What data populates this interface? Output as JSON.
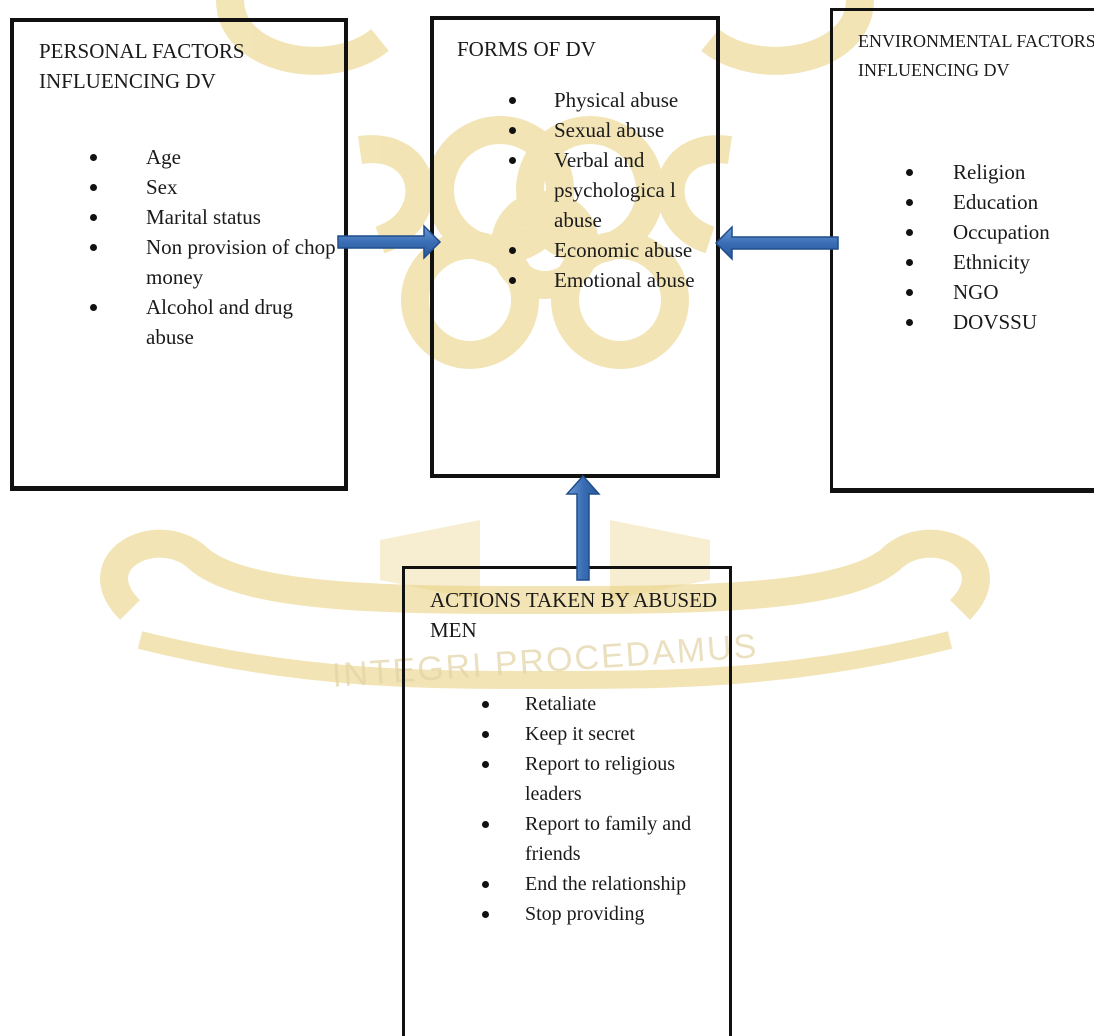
{
  "watermark": {
    "motto": "INTEGRI PROCEDAMUS",
    "color": "#c9a227"
  },
  "colors": {
    "arrow_fill": "#3a6eb5",
    "arrow_stroke": "#1f4e8c",
    "border": "#111111"
  },
  "personal": {
    "title": "PERSONAL FACTORS INFLUENCING DV",
    "items": [
      "Age",
      "Sex",
      "Marital status",
      "Non provision of chop money",
      "Alcohol and drug abuse"
    ]
  },
  "forms": {
    "title": "FORMS OF DV",
    "items": [
      "Physical abuse",
      "Sexual abuse",
      "Verbal and psychologica l abuse",
      "Economic abuse",
      "Emotional abuse"
    ]
  },
  "environmental": {
    "title": "ENVIRONMENTAL FACTORS INFLUENCING DV",
    "items": [
      "Religion",
      "Education",
      "Occupation",
      "Ethnicity",
      "NGO",
      "DOVSSU"
    ]
  },
  "actions": {
    "title": "ACTIONS TAKEN BY ABUSED MEN",
    "items": [
      "Retaliate",
      "Keep it secret",
      "Report to religious leaders",
      "Report to family and friends",
      "End the relationship",
      "Stop providing"
    ]
  }
}
